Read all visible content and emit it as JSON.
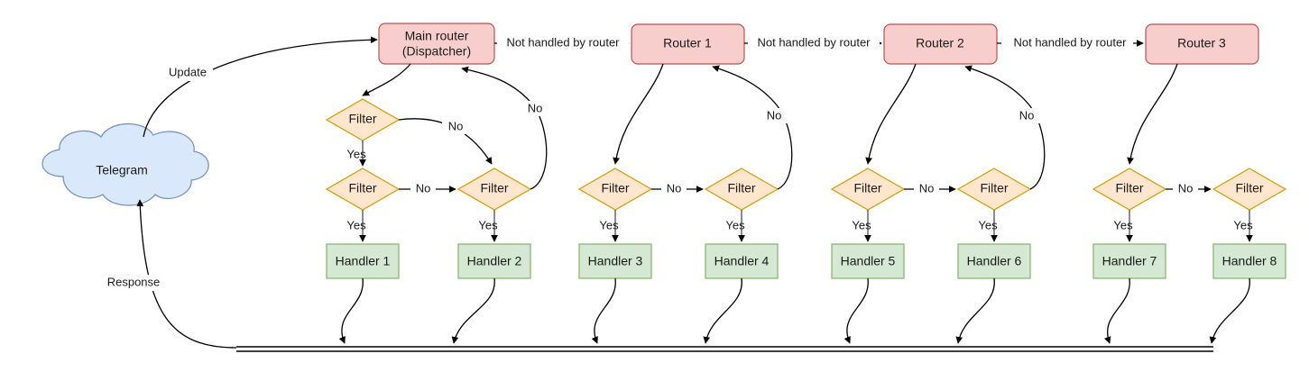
{
  "diagram": {
    "title": "Telegram bot update routing flow",
    "background": "#ffffff",
    "colors": {
      "router_fill": "#f8cecc",
      "router_stroke": "#b85450",
      "handler_fill": "#d5e8d4",
      "handler_stroke": "#82b366",
      "filter_fill": "#ffe6cc",
      "filter_stroke": "#d79b00",
      "cloud_fill": "#dae8fc",
      "cloud_stroke": "#6c8ebf",
      "edge": "#000000"
    },
    "cloud": {
      "label": "Telegram"
    },
    "routers": [
      {
        "id": "main-router",
        "line1": "Main router",
        "line2": "(Dispatcher)"
      },
      {
        "id": "router-1",
        "line1": "Router 1",
        "line2": ""
      },
      {
        "id": "router-2",
        "line1": "Router 2",
        "line2": ""
      },
      {
        "id": "router-3",
        "line1": "Router 3",
        "line2": ""
      }
    ],
    "filters": [
      {
        "id": "filter-top-1",
        "label": "Filter"
      },
      {
        "id": "filter-1",
        "label": "Filter"
      },
      {
        "id": "filter-2",
        "label": "Filter"
      },
      {
        "id": "filter-3",
        "label": "Filter"
      },
      {
        "id": "filter-4",
        "label": "Filter"
      },
      {
        "id": "filter-5",
        "label": "Filter"
      },
      {
        "id": "filter-6",
        "label": "Filter"
      },
      {
        "id": "filter-7",
        "label": "Filter"
      },
      {
        "id": "filter-8",
        "label": "Filter"
      }
    ],
    "handlers": [
      {
        "id": "handler-1",
        "label": "Handler 1"
      },
      {
        "id": "handler-2",
        "label": "Handler 2"
      },
      {
        "id": "handler-3",
        "label": "Handler 3"
      },
      {
        "id": "handler-4",
        "label": "Handler 4"
      },
      {
        "id": "handler-5",
        "label": "Handler 5"
      },
      {
        "id": "handler-6",
        "label": "Handler 6"
      },
      {
        "id": "handler-7",
        "label": "Handler 7"
      },
      {
        "id": "handler-8",
        "label": "Handler 8"
      }
    ],
    "edge_labels": {
      "update": "Update",
      "response": "Response",
      "not_handled_1": "Not handled by router",
      "not_handled_2": "Not handled by router",
      "not_handled_3": "Not handled by router",
      "yes": "Yes",
      "no": "No"
    },
    "yes_labels": [
      "Yes",
      "Yes",
      "Yes",
      "Yes",
      "Yes",
      "Yes",
      "Yes",
      "Yes",
      "Yes"
    ],
    "no_labels": [
      "No",
      "No",
      "No",
      "No",
      "No",
      "No",
      "No",
      "No",
      "No"
    ]
  }
}
